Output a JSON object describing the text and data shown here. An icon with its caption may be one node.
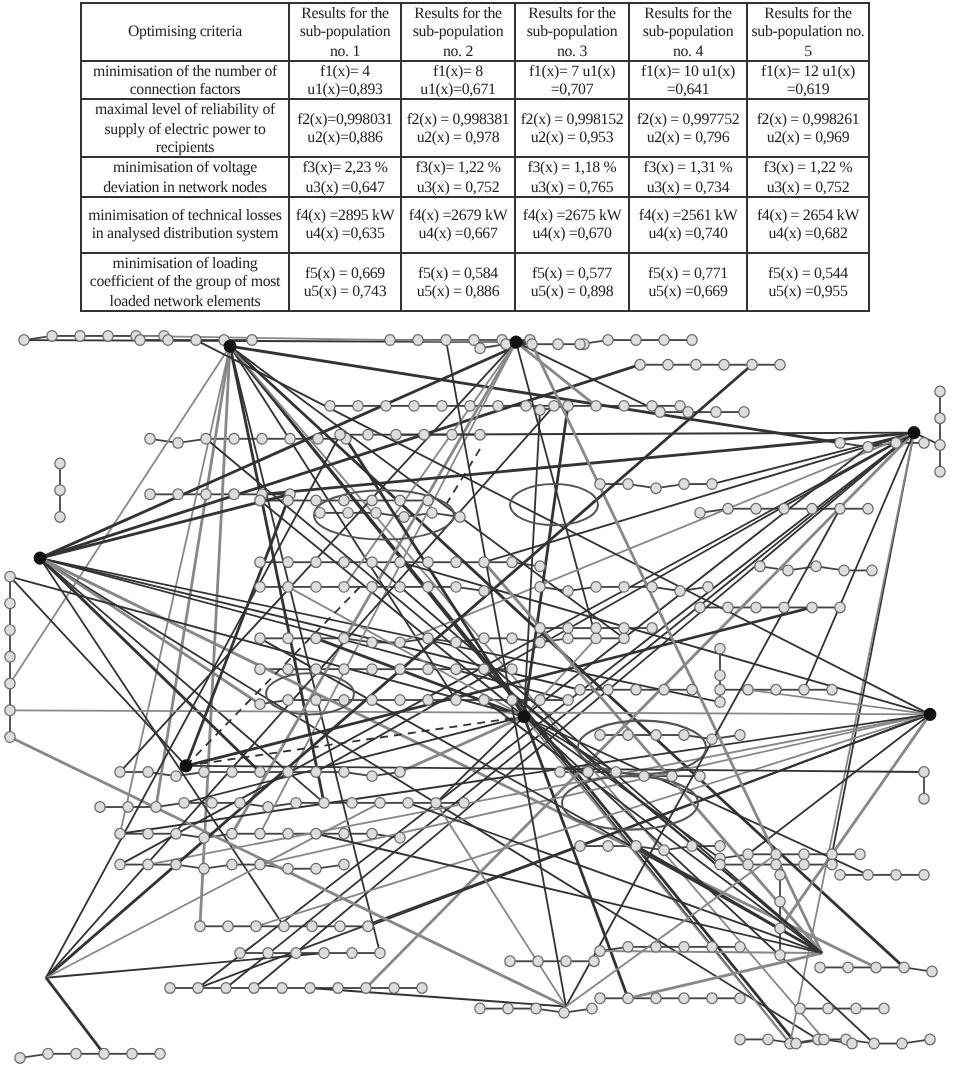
{
  "diagram": {
    "labels": [
      "Optimising criteria",
      "Results for the sub-population no. 1",
      "Results for the sub-population no. 2",
      "Results for the sub-population no. 3",
      "Results for the sub-population no. 4",
      "Results for the sub-population no. 5",
      "minimisation of the number of connection factors",
      "f1(x)= 4 u1(x)=0,893",
      "f1(x)= 8 u1(x)=0,671",
      "f1(x)= 7 u1(x) =0,707",
      "f1(x)= 10 u1(x) =0,641",
      "f1(x)= 12 u1(x) =0,619",
      "maximal level of reliability of supply of electric power to recipients",
      "f2(x)=0,998031 u2(x)=0,886",
      "f2(x) = 0,998381 u2(x) = 0,978",
      "f2(x) = 0,998152 u2(x) = 0,953",
      "f2(x) = 0,997752 u2(x) = 0,796",
      "f2(x) = 0,998261 u2(x) = 0,969",
      "minimisation of voltage deviation in network nodes",
      "f3(x)= 2,23 % u3(x) =0,647",
      "f3(x)= 1,22 % u3(x) = 0,752",
      "f3(x) = 1,18 % u3(x) = 0,765",
      "f3(x) = 1,31 % u3(x) = 0,734",
      "f3(x) = 1,22 % u3(x) = 0,752",
      "minimisation of technical losses in analysed distribution system",
      "f4(x) =2895 kW u4(x) =0,635",
      "f4(x) =2679 kW u4(x) =0,667",
      "f4(x) =2675 kW u4(x) =0,670",
      "f4(x) =2561 kW u4(x) =0,740",
      "f4(x) = 2654 kW u4(x) =0,682",
      "minimisation of loading coefficient of the group of most loaded network elements",
      "f5(x) = 0,669 u5(x) = 0,743",
      "f5(x) = 0,584 u5(x) = 0,886",
      "f5(x) = 0,577 u5(x) = 0,898",
      "f5(x) = 0,771 u5(x) =0,669",
      "f5(x) = 0,544 u5(x) =0,955"
    ]
  }
}
